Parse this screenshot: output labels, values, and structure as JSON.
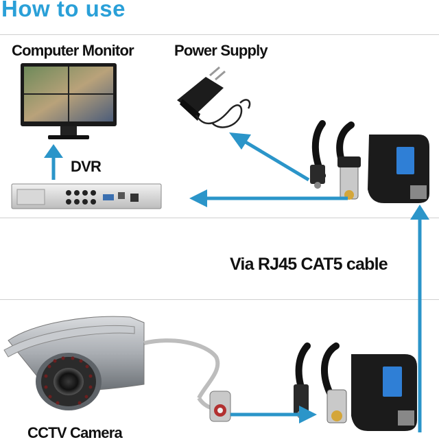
{
  "heading": "How to use",
  "labels": {
    "monitor": "Computer Monitor",
    "power": "Power Supply",
    "dvr": "DVR",
    "cable": "Via RJ45 CAT5 cable",
    "camera": "CCTV Camera"
  },
  "colors": {
    "accent": "#2aa0d8",
    "arrow": "#2b95c9",
    "device": "#1a1a1a",
    "badge": "#2f7fd6"
  },
  "icons": [
    "monitor-icon",
    "power-adapter-icon",
    "dvr-icon",
    "balun-icon",
    "cctv-camera-icon"
  ]
}
